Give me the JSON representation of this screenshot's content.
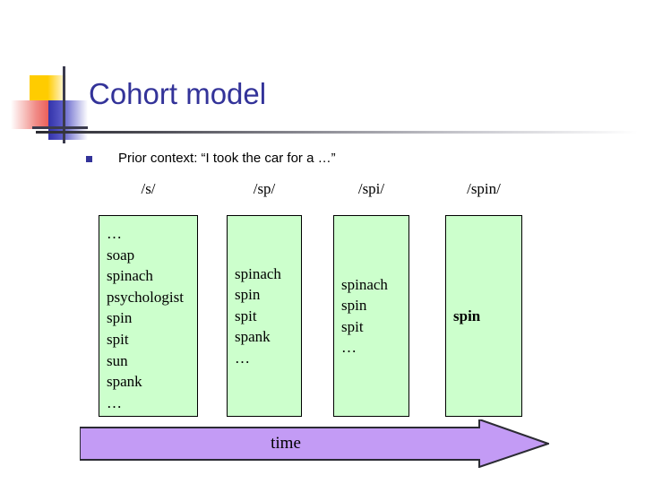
{
  "slide": {
    "title": "Cohort model",
    "bullet": {
      "marker": "square-bullet",
      "text": "Prior context: “I took the car for a …”"
    },
    "columns": [
      {
        "header": "/s/",
        "align": "top",
        "words": [
          "…",
          "soap",
          "spinach",
          "psychologist",
          "spin",
          "spit",
          "sun",
          "spank",
          "…"
        ],
        "bold": false
      },
      {
        "header": "/sp/",
        "align": "mid",
        "words": [
          "spinach",
          "spin",
          "spit",
          "spank",
          "…"
        ],
        "bold": false
      },
      {
        "header": "/spi/",
        "align": "mid",
        "words": [
          "spinach",
          "spin",
          "spit",
          "…"
        ],
        "bold": false
      },
      {
        "header": "/spin/",
        "align": "mid",
        "words": [
          "spin"
        ],
        "bold": true
      }
    ],
    "timeline": {
      "label": "time",
      "direction": "right"
    },
    "colors": {
      "title": "#333399",
      "bullet_marker": "#333399",
      "box_fill": "#ccffcc",
      "box_border": "#000000",
      "arrow_fill": "#c39bf5",
      "arrow_border": "#2b2b33",
      "logo_yellow": "#ffcc00",
      "logo_red": "#e8403a",
      "logo_blue": "#3333aa"
    }
  }
}
